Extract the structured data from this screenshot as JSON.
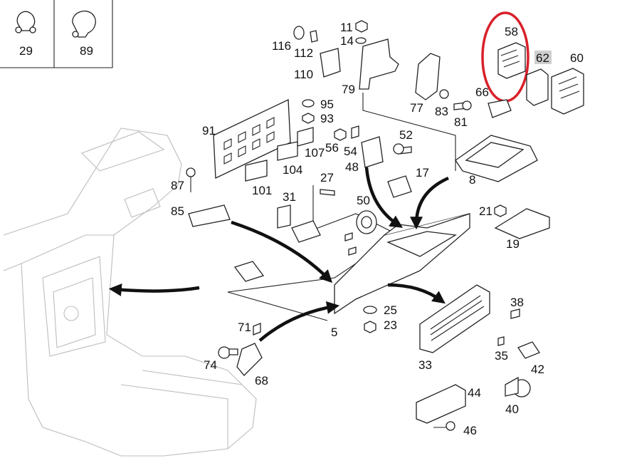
{
  "inset_boxes": [
    {
      "label": "29",
      "icon": "hose-clamp-icon"
    },
    {
      "label": "89",
      "icon": "wire-clip-icon"
    }
  ],
  "callouts": [
    {
      "id": "58",
      "highlight_color": "#d9202a"
    },
    {
      "id": "62",
      "badge_color": "#cfcfcf"
    },
    {
      "id": "60"
    },
    {
      "id": "66"
    },
    {
      "id": "11"
    },
    {
      "id": "14"
    },
    {
      "id": "116"
    },
    {
      "id": "112"
    },
    {
      "id": "110"
    },
    {
      "id": "79"
    },
    {
      "id": "77"
    },
    {
      "id": "83"
    },
    {
      "id": "81"
    },
    {
      "id": "95"
    },
    {
      "id": "93"
    },
    {
      "id": "91"
    },
    {
      "id": "107"
    },
    {
      "id": "56"
    },
    {
      "id": "54"
    },
    {
      "id": "52"
    },
    {
      "id": "104"
    },
    {
      "id": "48"
    },
    {
      "id": "17"
    },
    {
      "id": "8"
    },
    {
      "id": "87"
    },
    {
      "id": "101"
    },
    {
      "id": "27"
    },
    {
      "id": "31"
    },
    {
      "id": "50"
    },
    {
      "id": "85"
    },
    {
      "id": "21"
    },
    {
      "id": "19"
    },
    {
      "id": "25"
    },
    {
      "id": "23"
    },
    {
      "id": "5"
    },
    {
      "id": "71"
    },
    {
      "id": "38"
    },
    {
      "id": "74"
    },
    {
      "id": "68"
    },
    {
      "id": "35"
    },
    {
      "id": "33"
    },
    {
      "id": "42"
    },
    {
      "id": "44"
    },
    {
      "id": "40"
    },
    {
      "id": "46"
    }
  ]
}
